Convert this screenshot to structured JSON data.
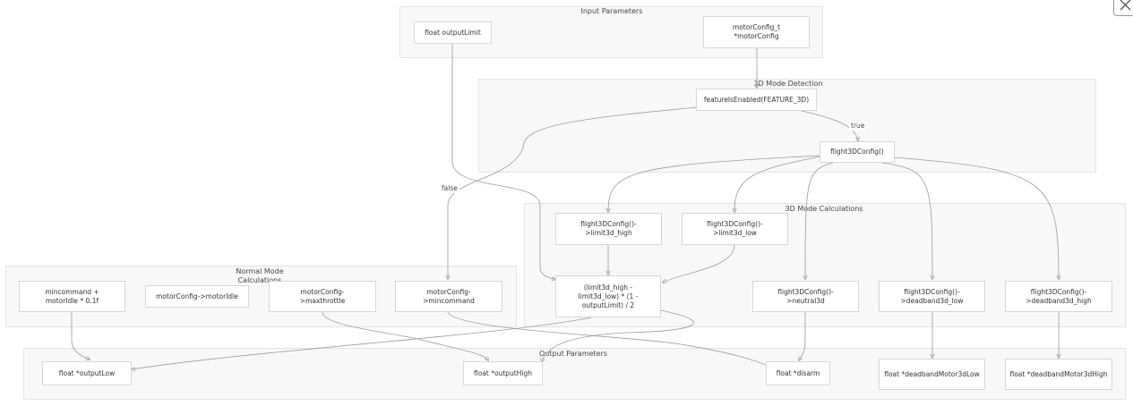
{
  "groups": {
    "input": "Input Parameters",
    "detection": "3D Mode Detection",
    "calc3d": "3D Mode Calculations",
    "normal": "Normal Mode Calculations",
    "output": "Output Parameters"
  },
  "nodes": {
    "output_limit": "float outputLimit",
    "motor_config": "motorConfig_t *motorConfig",
    "feature_enabled": "featureIsEnabled(FEATURE_3D)",
    "flight3d_config": "flight3DConfig()",
    "limit3d_high": "flight3DConfig()->limit3d_high",
    "limit3d_low": "flight3DConfig()->limit3d_low",
    "formula": "(limit3d_high - limit3d_low) * (1 - outputLimit) / 2",
    "neutral3d": "flight3DConfig()->neutral3d",
    "deadband3d_low": "flight3DConfig()->deadband3d_low",
    "deadband3d_high": "flight3DConfig()->deadband3d_high",
    "mincommand_idle": "mincommand + motorIdle * 0.1f",
    "motor_idle": "motorConfig->motorIdle",
    "maxthrottle": "motorConfig->maxthrottle",
    "mincommand": "motorConfig->mincommand",
    "output_low": "float *outputLow",
    "output_high": "float *outputHigh",
    "disarm": "float *disarm",
    "deadband_low_out": "float *deadbandMotor3dLow",
    "deadband_high_out": "float *deadbandMotor3dHigh"
  },
  "edge_labels": {
    "true_label": "true",
    "false_label": "false"
  },
  "icons": {
    "close": "close-icon"
  },
  "colors": {
    "group_bg": "#f8f8f8",
    "node_border": "#d6d6d6",
    "edge": "#9a9a9a"
  }
}
